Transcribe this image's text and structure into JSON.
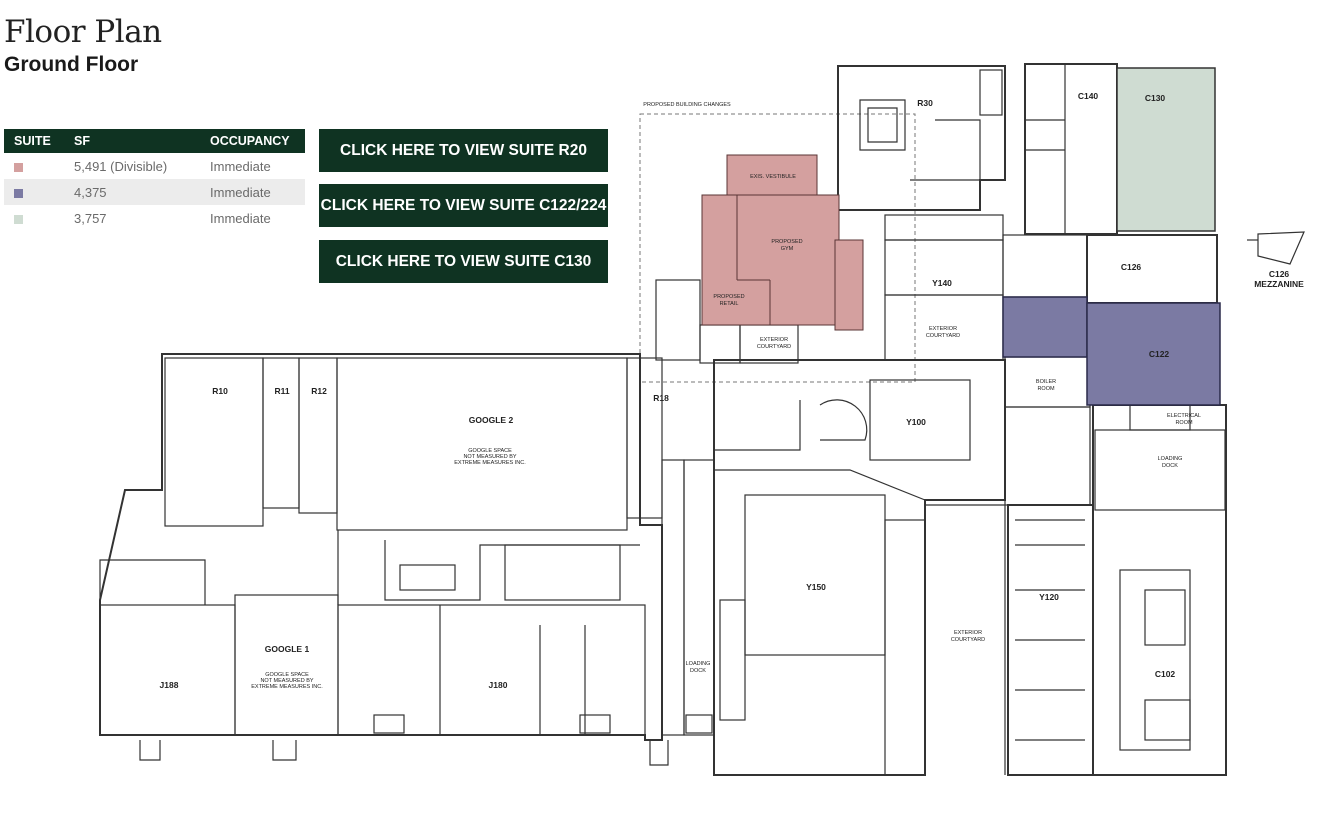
{
  "header": {
    "title": "Floor Plan",
    "subtitle": "Ground Floor"
  },
  "colors": {
    "brand_dark_green": "#0f3322",
    "suite_r20": "#d4a09f",
    "suite_c122": "#7b7aa3",
    "suite_c130": "#cfdcd2"
  },
  "table": {
    "columns": [
      "SUITE",
      "SF",
      "OCCUPANCY"
    ],
    "rows": [
      {
        "swatch": "#d4a09f",
        "sf": "5,491 (Divisible)",
        "occupancy": "Immediate"
      },
      {
        "swatch": "#7b7aa3",
        "sf": "4,375",
        "occupancy": "Immediate"
      },
      {
        "swatch": "#cfdcd2",
        "sf": "3,757",
        "occupancy": "Immediate"
      }
    ]
  },
  "buttons": [
    "CLICK HERE TO VIEW SUITE R20",
    "CLICK HERE TO VIEW SUITE C122/224",
    "CLICK HERE TO VIEW SUITE C130"
  ],
  "plan_labels": {
    "proposed_changes": "PROPOSED BUILDING CHANGES",
    "r30": "R30",
    "c140": "C140",
    "c130": "C130",
    "c126": "C126",
    "c126_mezz_1": "C126",
    "c126_mezz_2": "MEZZANINE",
    "y140": "Y140",
    "c122": "C122",
    "ext_court_1": "EXTERIOR",
    "ext_court_2": "COURTYARD",
    "boiler_1": "BOILER",
    "boiler_2": "ROOM",
    "electrical_1": "ELECTRICAL",
    "electrical_2": "ROOM",
    "loading_dock_1": "LOADING",
    "loading_dock_2": "DOCK",
    "ext_vestibule": "EXIS. VESTIBULE",
    "proposed_gym_1": "PROPOSED",
    "proposed_gym_2": "GYM",
    "proposed_retail_1": "PROPOSED",
    "proposed_retail_2": "RETAIL",
    "r10": "R10",
    "r11": "R11",
    "r12": "R12",
    "google2": "GOOGLE 2",
    "google_note_1": "GOOGLE SPACE",
    "google_note_2": "NOT MEASURED BY",
    "google_note_3": "EXTREME MEASURES INC.",
    "r18": "R18",
    "y100": "Y100",
    "y150": "Y150",
    "y120": "Y120",
    "c102": "C102",
    "google1": "GOOGLE 1",
    "j188": "J188",
    "j180": "J180"
  }
}
